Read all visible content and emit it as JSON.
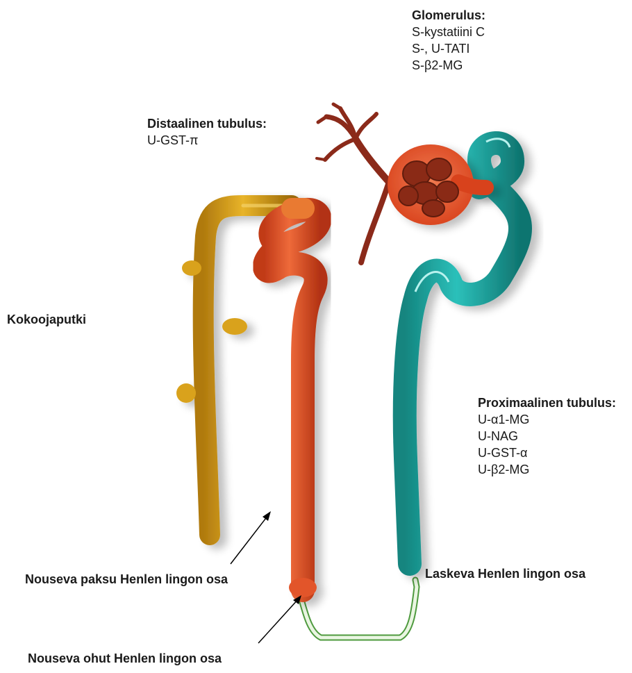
{
  "labels": {
    "glomerulus": {
      "title": "Glomerulus:",
      "markers": [
        "S-kystatiini C",
        "S-, U-TATI",
        "S-β2-MG"
      ]
    },
    "distal": {
      "title": "Distaalinen tubulus:",
      "markers": [
        "U-GST-π"
      ]
    },
    "collecting": {
      "title": "Kokoojaputki"
    },
    "proximal": {
      "title": "Proximaalinen tubulus:",
      "markers": [
        "U-α1-MG",
        "U-NAG",
        "U-GST-α",
        "U-β2-MG"
      ]
    },
    "ascending_thick": {
      "title": "Nouseva paksu Henlen lingon osa"
    },
    "descending": {
      "title": "Laskeva Henlen lingon osa"
    },
    "ascending_thin": {
      "title": "Nouseva ohut Henlen lingon osa"
    }
  },
  "colors": {
    "collecting_duct": "#d9a21c",
    "distal_tubule": "#e2542a",
    "proximal_tubule": "#1fa7a2",
    "thin_limb": "#5aa84a",
    "vessel": "#8b2a1a",
    "glomerulus": "#e45a32"
  }
}
